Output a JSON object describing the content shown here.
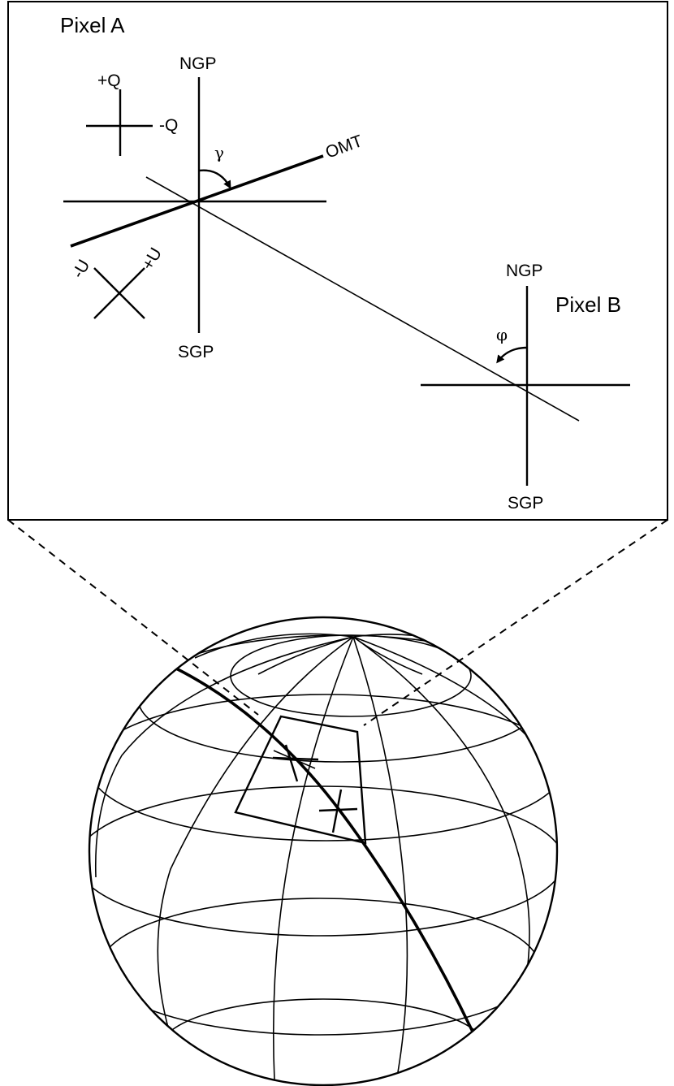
{
  "pixel_a": {
    "title": "Pixel A",
    "ngp": "NGP",
    "sgp": "SGP",
    "omt": "OMT",
    "gamma": "γ",
    "plus_q": "+Q",
    "minus_q": "-Q",
    "minus_u": "-U",
    "plus_u": "+U"
  },
  "pixel_b": {
    "title": "Pixel B",
    "ngp": "NGP",
    "sgp": "SGP",
    "phi": "φ"
  },
  "colors": {
    "ink": "#000000",
    "paper": "#ffffff"
  }
}
